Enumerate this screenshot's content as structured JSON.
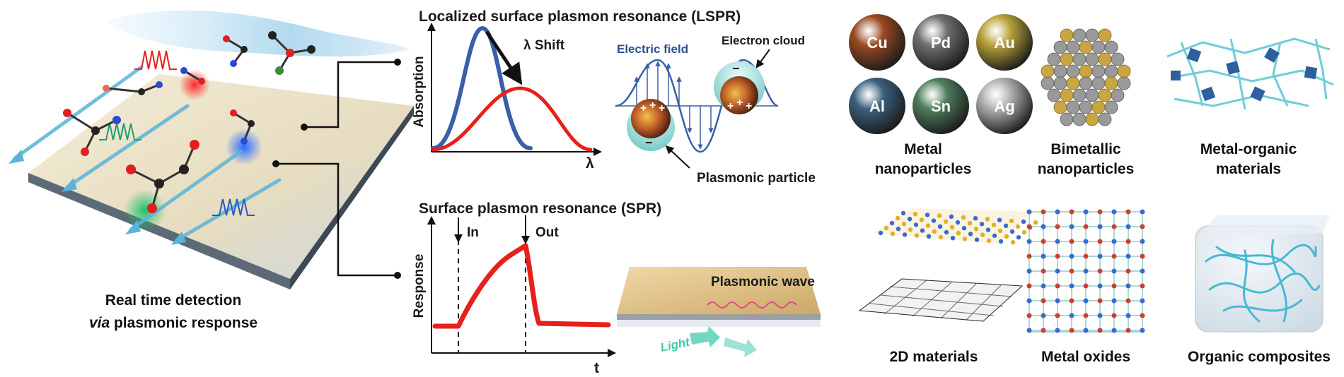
{
  "left_panel": {
    "caption_line1": "Real time detection",
    "caption_italic": "via",
    "caption_rest": "plasmonic response"
  },
  "lspr": {
    "title": "Localized surface plasmon resonance (LSPR)",
    "y_axis": "Absorption",
    "x_axis": "λ",
    "shift_label": "λ Shift",
    "electric_field": "Electric field",
    "electron_cloud": "Electron cloud",
    "plasmonic_particle": "Plasmonic particle",
    "charge_plus": "+",
    "charge_minus": "−"
  },
  "spr": {
    "title": "Surface plasmon resonance (SPR)",
    "y_axis": "Response",
    "x_axis": "t",
    "in_label": "In",
    "out_label": "Out",
    "plasmonic_wave": "Plasmonic wave",
    "light": "Light"
  },
  "materials": {
    "elements": [
      "Cu",
      "Pd",
      "Au",
      "Al",
      "Sn",
      "Ag"
    ],
    "element_colors": [
      "#9a4a22",
      "#707070",
      "#b8a23a",
      "#3b5f7f",
      "#4e7d5c",
      "#b0b0b0"
    ],
    "items": [
      {
        "line1": "Metal",
        "line2": "nanoparticles"
      },
      {
        "line1": "Bimetallic",
        "line2": "nanoparticles"
      },
      {
        "line1": "Metal-organic",
        "line2": "materials"
      },
      {
        "line1": "2D materials",
        "line2": ""
      },
      {
        "line1": "Metal oxides",
        "line2": ""
      },
      {
        "line1": "Organic composites",
        "line2": ""
      }
    ]
  },
  "colors": {
    "blue_curve": "#3a5fa8",
    "red_curve": "#e8201c",
    "arrow_cyan": "#5ab4d8",
    "gold": "#d9b877"
  }
}
